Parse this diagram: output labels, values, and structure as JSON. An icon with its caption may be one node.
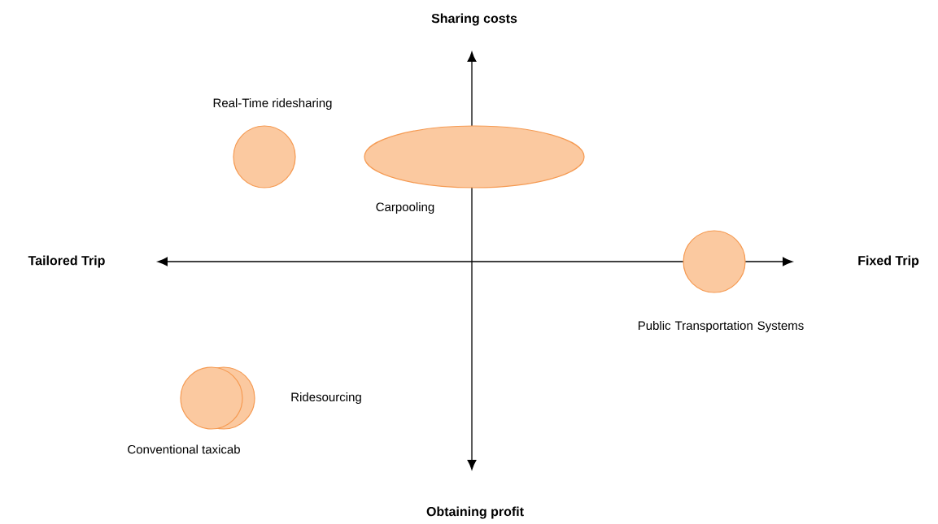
{
  "diagram": {
    "nodes": [
      {
        "text": [
          "Real-Time ridesharing"
        ]
      },
      {
        "text": [
          "Carpooling"
        ]
      },
      {
        "text": [
          "Public Transportation Systems"
        ]
      },
      {
        "text": [
          "Ridesourcing"
        ]
      },
      {
        "text": [
          "Conventional taxicab"
        ]
      }
    ],
    "labels": [
      "Sharing costs",
      "Tailored Trip",
      "Fixed Trip",
      "Obtaining profit"
    ]
  }
}
